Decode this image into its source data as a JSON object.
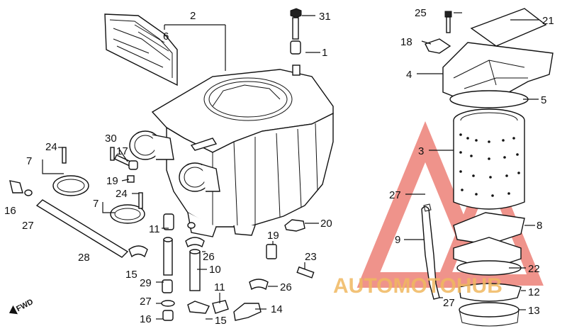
{
  "diagram": {
    "callouts": [
      {
        "id": "c2",
        "text": "2"
      },
      {
        "id": "c31",
        "text": "31"
      },
      {
        "id": "c25",
        "text": "25"
      },
      {
        "id": "c21",
        "text": "21"
      },
      {
        "id": "c6",
        "text": "6"
      },
      {
        "id": "c1",
        "text": "1"
      },
      {
        "id": "c18",
        "text": "18"
      },
      {
        "id": "c4",
        "text": "4"
      },
      {
        "id": "c5",
        "text": "5"
      },
      {
        "id": "c3",
        "text": "3"
      },
      {
        "id": "c30",
        "text": "30"
      },
      {
        "id": "c24a",
        "text": "24"
      },
      {
        "id": "c7a",
        "text": "7"
      },
      {
        "id": "c17",
        "text": "17"
      },
      {
        "id": "c19a",
        "text": "19"
      },
      {
        "id": "c24b",
        "text": "24"
      },
      {
        "id": "c7b",
        "text": "7"
      },
      {
        "id": "c16a",
        "text": "16"
      },
      {
        "id": "c27a",
        "text": "27"
      },
      {
        "id": "c27b",
        "text": "27"
      },
      {
        "id": "c20",
        "text": "20"
      },
      {
        "id": "c8",
        "text": "8"
      },
      {
        "id": "c11a",
        "text": "11"
      },
      {
        "id": "c19b",
        "text": "19"
      },
      {
        "id": "c9",
        "text": "9"
      },
      {
        "id": "c28",
        "text": "28"
      },
      {
        "id": "c26a",
        "text": "26"
      },
      {
        "id": "c23",
        "text": "23"
      },
      {
        "id": "c22",
        "text": "22"
      },
      {
        "id": "c15a",
        "text": "15"
      },
      {
        "id": "c10",
        "text": "10"
      },
      {
        "id": "c29",
        "text": "29"
      },
      {
        "id": "c26b",
        "text": "26"
      },
      {
        "id": "c12",
        "text": "12"
      },
      {
        "id": "c11b",
        "text": "11"
      },
      {
        "id": "c27c",
        "text": "27"
      },
      {
        "id": "c27d",
        "text": "27"
      },
      {
        "id": "c14",
        "text": "14"
      },
      {
        "id": "c13",
        "text": "13"
      },
      {
        "id": "c16b",
        "text": "16"
      },
      {
        "id": "c15b",
        "text": "15"
      }
    ],
    "direction_marker": "FWD",
    "watermark": "AUTOMOTOHUB"
  },
  "colors": {
    "ink": "#111111",
    "watermark_red": "#e23b2e",
    "watermark_orange": "#f0b860"
  }
}
